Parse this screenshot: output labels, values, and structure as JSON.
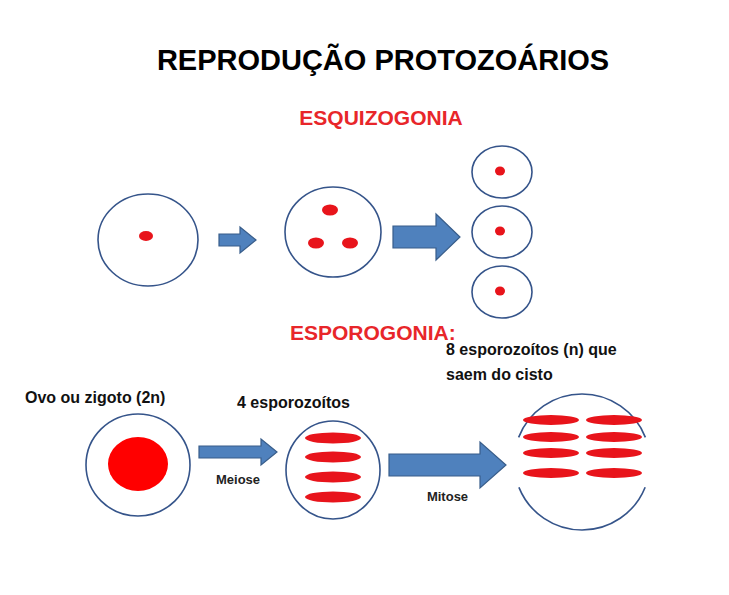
{
  "diagram": {
    "title": "REPRODUÇÃO PROTOZOÁRIOS",
    "nodes": [
      {
        "text": [
          "Ovo ou zigoto (2n)"
        ]
      },
      {
        "text": [
          "4 esporozoítos"
        ]
      },
      {
        "text": [
          "8 esporozoítos (n) que saem do cisto"
        ]
      }
    ],
    "edges": [
      {
        "from": 0,
        "to": 1,
        "arrow": "to",
        "label": "Meiose"
      },
      {
        "from": 1,
        "to": 2,
        "arrow": "to",
        "label": "Mitose"
      }
    ],
    "labels": [
      "ESQUIZOGONIA",
      "ESPOROGONIA:"
    ]
  }
}
